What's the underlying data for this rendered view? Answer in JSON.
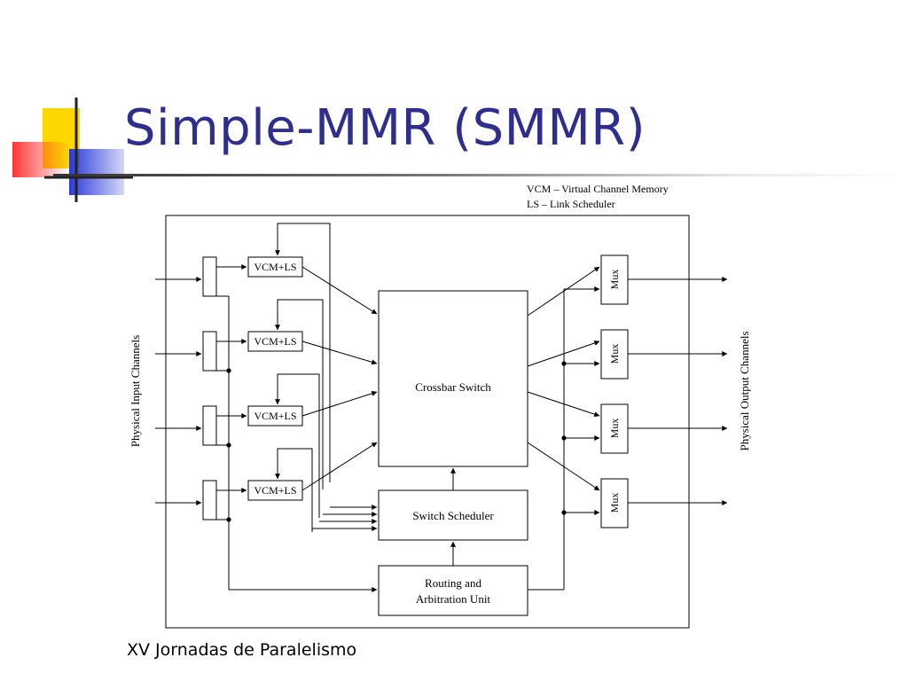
{
  "slide": {
    "title": "Simple-MMR (SMMR)",
    "footer": "XV Jornadas de Paralelismo"
  },
  "legend": {
    "line1": "VCM – Virtual Channel Memory",
    "line2": "LS – Link Scheduler"
  },
  "diagram": {
    "input_label": "Physical Input Channels",
    "output_label": "Physical Output Channels",
    "vcm_blocks": [
      "VCM+LS",
      "VCM+LS",
      "VCM+LS",
      "VCM+LS"
    ],
    "mux_blocks": [
      "Mux",
      "Mux",
      "Mux",
      "Mux"
    ],
    "crossbar": "Crossbar Switch",
    "scheduler": "Switch Scheduler",
    "routing_line1": "Routing and",
    "routing_line2": "Arbitration Unit"
  },
  "colors": {
    "title": "#2e2e8f",
    "logo_yellow": "#ffd700",
    "logo_blue": "#2c3bd6",
    "logo_red": "#ff2a2a"
  }
}
